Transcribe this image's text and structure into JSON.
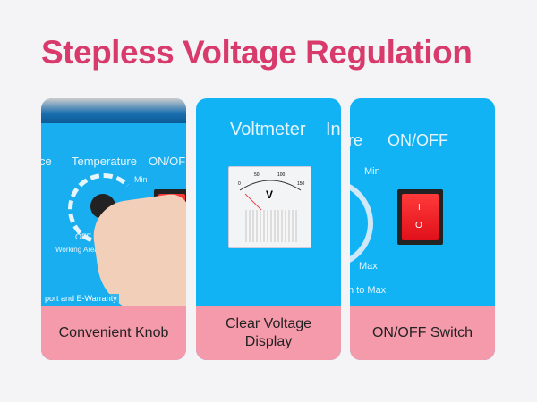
{
  "title": "Stepless Voltage Regulation",
  "cards": [
    {
      "caption": "Convenient Knob",
      "labels": {
        "left": "ce",
        "temperature": "Temperature",
        "onoff": "ON/OFF",
        "min": "Min",
        "off": "OFF",
        "working": "Working Area",
        "warranty": "port and E-Warranty"
      }
    },
    {
      "caption": "Clear Voltage Display",
      "labels": {
        "voltmeter": "Voltmeter",
        "right": "In",
        "unit": "V",
        "ticks": [
          "0",
          "50",
          "100",
          "150"
        ]
      }
    },
    {
      "caption": "ON/OFF Switch",
      "labels": {
        "left": "re",
        "onoff": "ON/OFF",
        "min": "Min",
        "max": "Max",
        "tomax": "n to Max",
        "on": "I",
        "off": "O"
      }
    }
  ]
}
